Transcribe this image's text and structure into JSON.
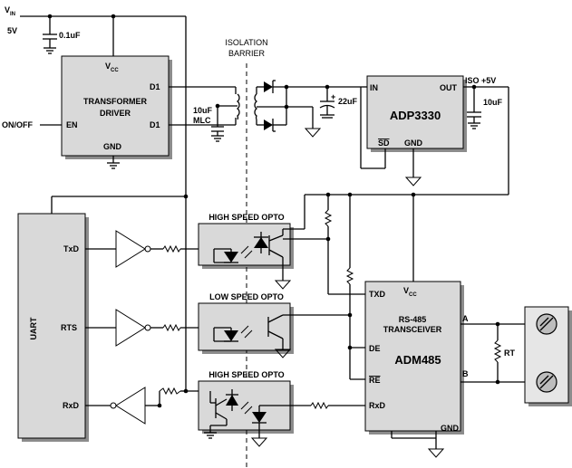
{
  "supply": {
    "vin": "V",
    "vin_sub": "IN",
    "voltage": "5V",
    "cap": "0.1uF"
  },
  "onoff": "ON/OFF",
  "transformer_driver": {
    "vcc": "V",
    "vcc_sub": "CC",
    "line1": "TRANSFORMER",
    "line2": "DRIVER",
    "d1_top": "D1",
    "d1_bottom": "D1",
    "en": "EN",
    "gnd": "GND"
  },
  "mlc_cap": {
    "value": "10uF",
    "type": "MLC"
  },
  "isolation": {
    "line1": "ISOLATION",
    "line2": "BARRIER"
  },
  "rectifier_cap": "22uF",
  "regulator": {
    "name": "ADP3330",
    "in": "IN",
    "out": "OUT",
    "sd": "SD",
    "gnd": "GND"
  },
  "iso_out": {
    "label": "ISO +5V",
    "cap": "10uF"
  },
  "uart": {
    "name": "UART",
    "txd": "TxD",
    "rts": "RTS",
    "rxd": "RxD"
  },
  "optos": {
    "top": "HIGH SPEED OPTO",
    "mid": "LOW SPEED OPTO",
    "bottom": "HIGH SPEED OPTO"
  },
  "transceiver": {
    "vcc": "V",
    "vcc_sub": "CC",
    "line1": "RS-485",
    "line2": "TRANSCEIVER",
    "name": "ADM485",
    "txd": "TXD",
    "de": "DE",
    "re": "RE",
    "rxd": "RxD",
    "a": "A",
    "b": "B",
    "gnd": "GND"
  },
  "terminator": "RT"
}
